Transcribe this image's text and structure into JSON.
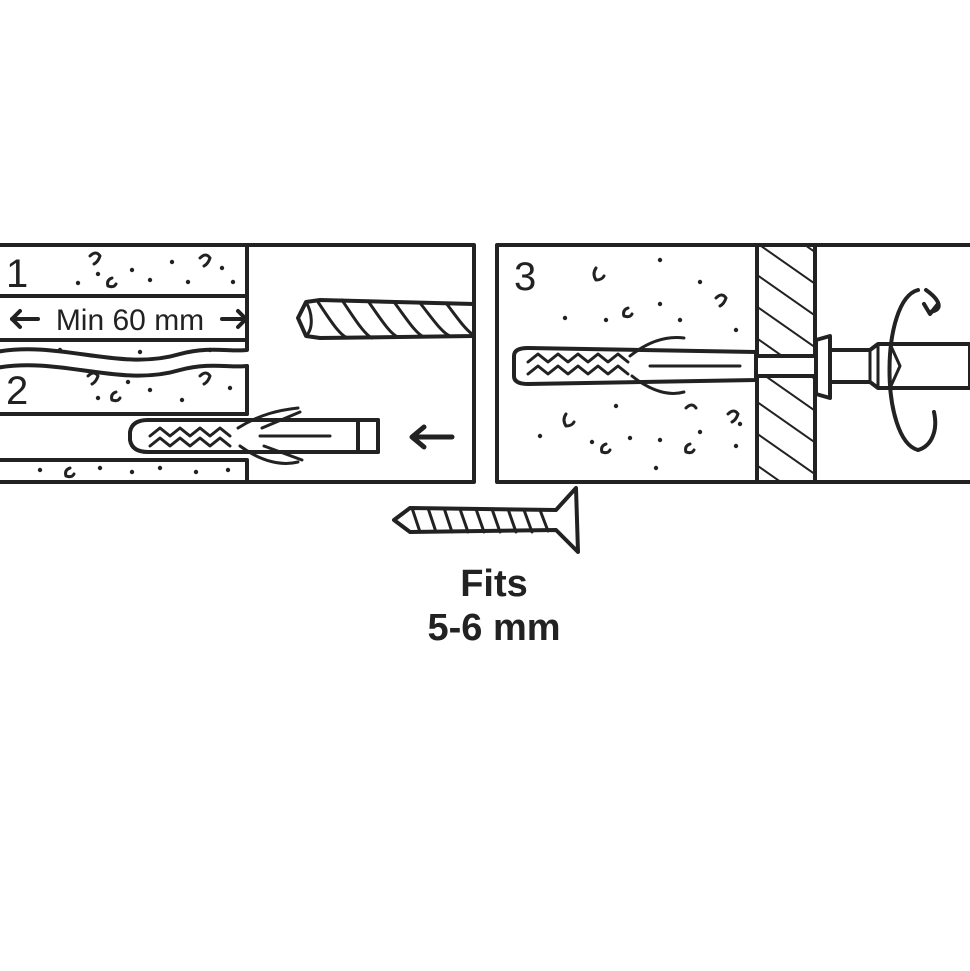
{
  "steps": [
    {
      "number": "1"
    },
    {
      "number": "2"
    },
    {
      "number": "3"
    }
  ],
  "dimension": {
    "label": "Min 60 mm"
  },
  "caption": {
    "line1": "Fits",
    "line2": "5-6 mm"
  },
  "colors": {
    "ink": "#222222",
    "background": "#ffffff"
  }
}
